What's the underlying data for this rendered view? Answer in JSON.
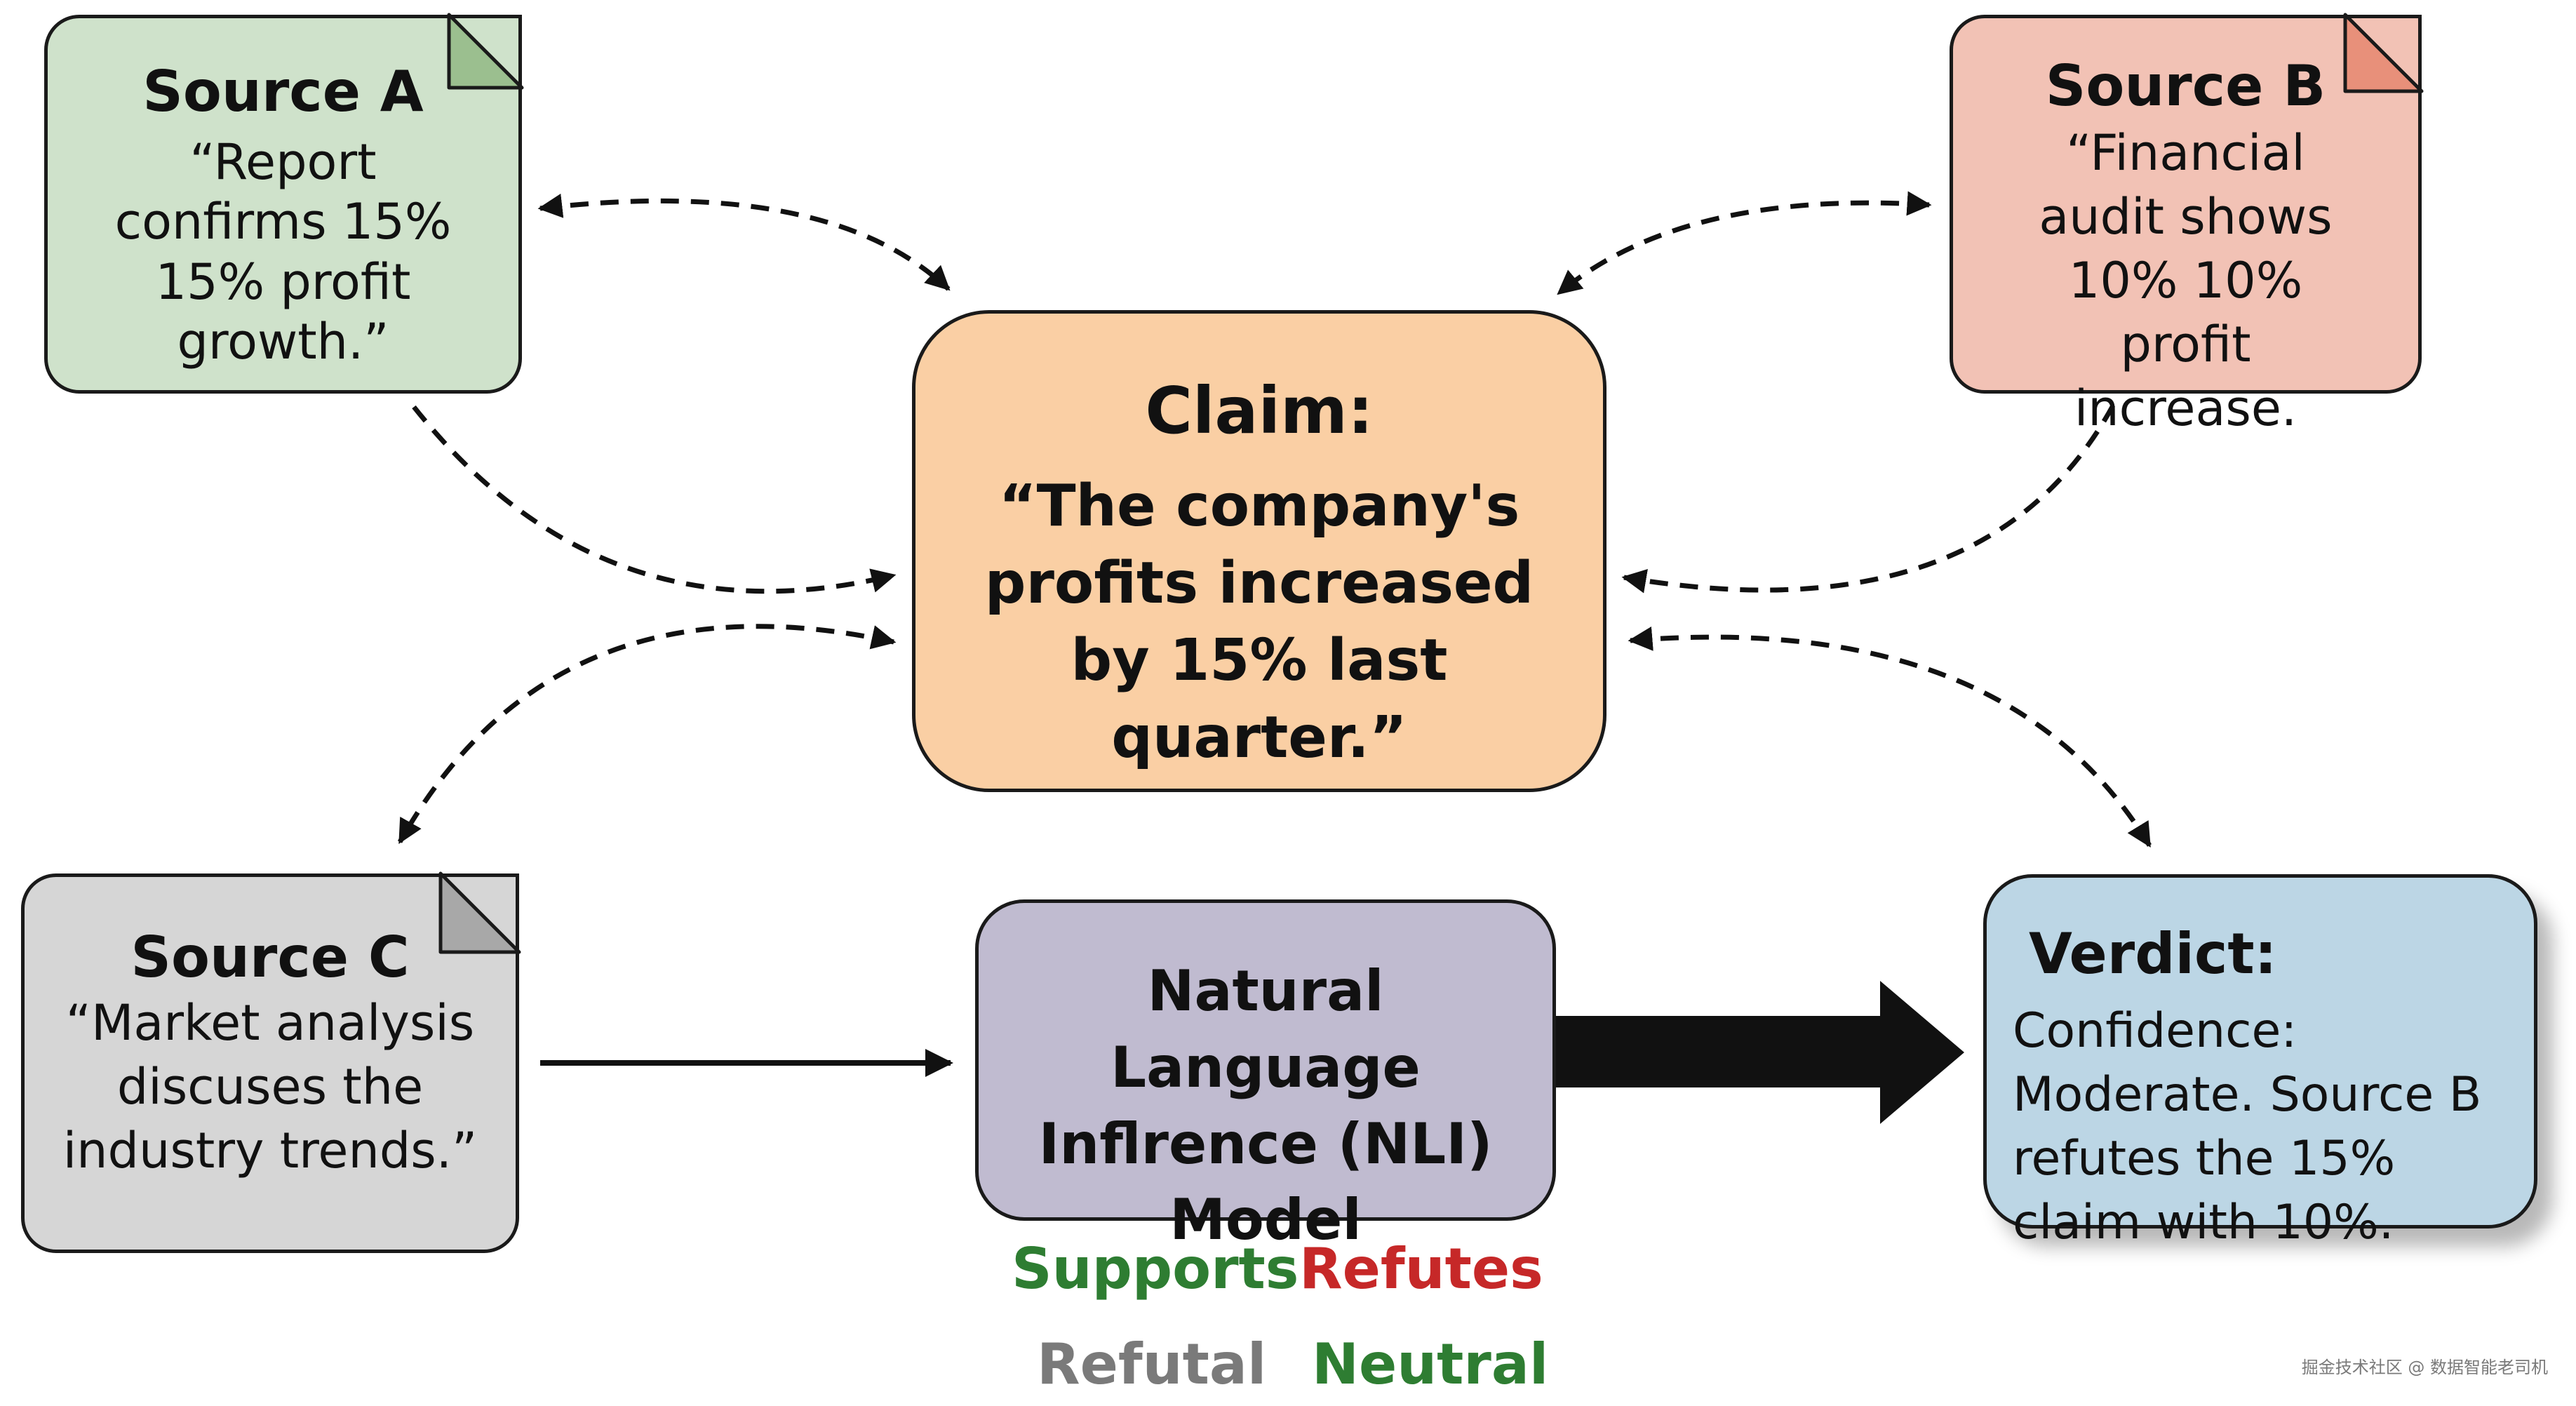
{
  "source_a": {
    "title": "Source A",
    "quote": "“Report confirms 15% 15% profit growth.”"
  },
  "source_b": {
    "title": "Source B",
    "quote": "“Financial audit shows 10% 10% profit increase."
  },
  "source_c": {
    "title": "Source C",
    "quote": "“Market analysis discuses the industry trends.”"
  },
  "claim": {
    "title": "Claim:",
    "quote": "“The company's profits increased by 15% last quarter.”"
  },
  "nli_model": {
    "title": "Natural Language Inflrence (NLI) Model"
  },
  "verdict": {
    "title": "Verdict:",
    "text": "Confidence: Moderate. Source B refutes the 15% claim with 10%."
  },
  "labels": {
    "supports": "Supports",
    "refutes": "Refutes",
    "refutal": "Refutal",
    "neutral": "Neutral"
  },
  "watermark": "掘金技术社区 @ 数据智能老司机",
  "colors": {
    "source_a": "#cfe2cb",
    "source_b": "#f2c2b5",
    "source_c": "#d6d6d6",
    "claim": "#facfa4",
    "nli_model": "#c0bbd0",
    "verdict": "#bcd6e5",
    "supports": "#2e7d32",
    "refutes": "#c62828",
    "refutal": "#7a7a7a",
    "neutral": "#2e7d32"
  }
}
